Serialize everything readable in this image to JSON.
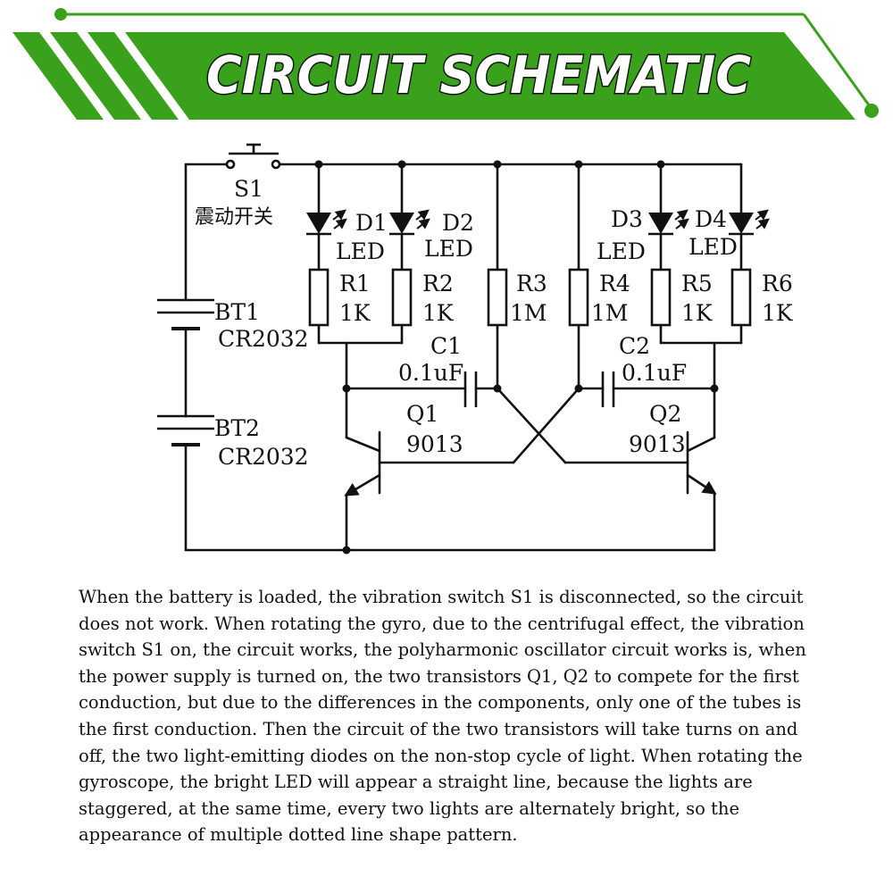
{
  "banner": {
    "title": "CIRCUIT SCHEMATIC",
    "colors": {
      "green": "#3aa11d",
      "title_fill": "#ffffff",
      "title_outline": "#111111"
    }
  },
  "schematic": {
    "switch": {
      "name": "S1",
      "label_cn": "震动开关"
    },
    "batteries": [
      {
        "name": "BT1",
        "type": "CR2032"
      },
      {
        "name": "BT2",
        "type": "CR2032"
      }
    ],
    "leds": [
      {
        "name": "D1",
        "type": "LED"
      },
      {
        "name": "D2",
        "type": "LED"
      },
      {
        "name": "D3",
        "type": "LED"
      },
      {
        "name": "D4",
        "type": "LED"
      }
    ],
    "resistors": [
      {
        "name": "R1",
        "value": "1K"
      },
      {
        "name": "R2",
        "value": "1K"
      },
      {
        "name": "R3",
        "value": "1M"
      },
      {
        "name": "R4",
        "value": "1M"
      },
      {
        "name": "R5",
        "value": "1K"
      },
      {
        "name": "R6",
        "value": "1K"
      }
    ],
    "capacitors": [
      {
        "name": "C1",
        "value": "0.1uF"
      },
      {
        "name": "C2",
        "value": "0.1uF"
      }
    ],
    "transistors": [
      {
        "name": "Q1",
        "part": "9013"
      },
      {
        "name": "Q2",
        "part": "9013"
      }
    ]
  },
  "description": "When the battery is loaded, the vibration switch S1 is disconnected, so the circuit does not work. When rotating the gyro, due to the centrifugal effect, the vibration switch S1 on, the circuit works, the polyharmonic oscillator circuit works is, when the power supply is turned on, the two transistors Q1, Q2 to compete for the first conduction, but due to the differences in the components, only one of the tubes is the first conduction. Then the circuit of the two transistors will take turns on and off, the two light-emitting diodes on the non-stop cycle of light. When rotating the gyroscope, the bright LED will appear a straight line, because the lights are staggered, at the same time, every two lights are alternately bright, so the appearance of multiple dotted line shape pattern."
}
